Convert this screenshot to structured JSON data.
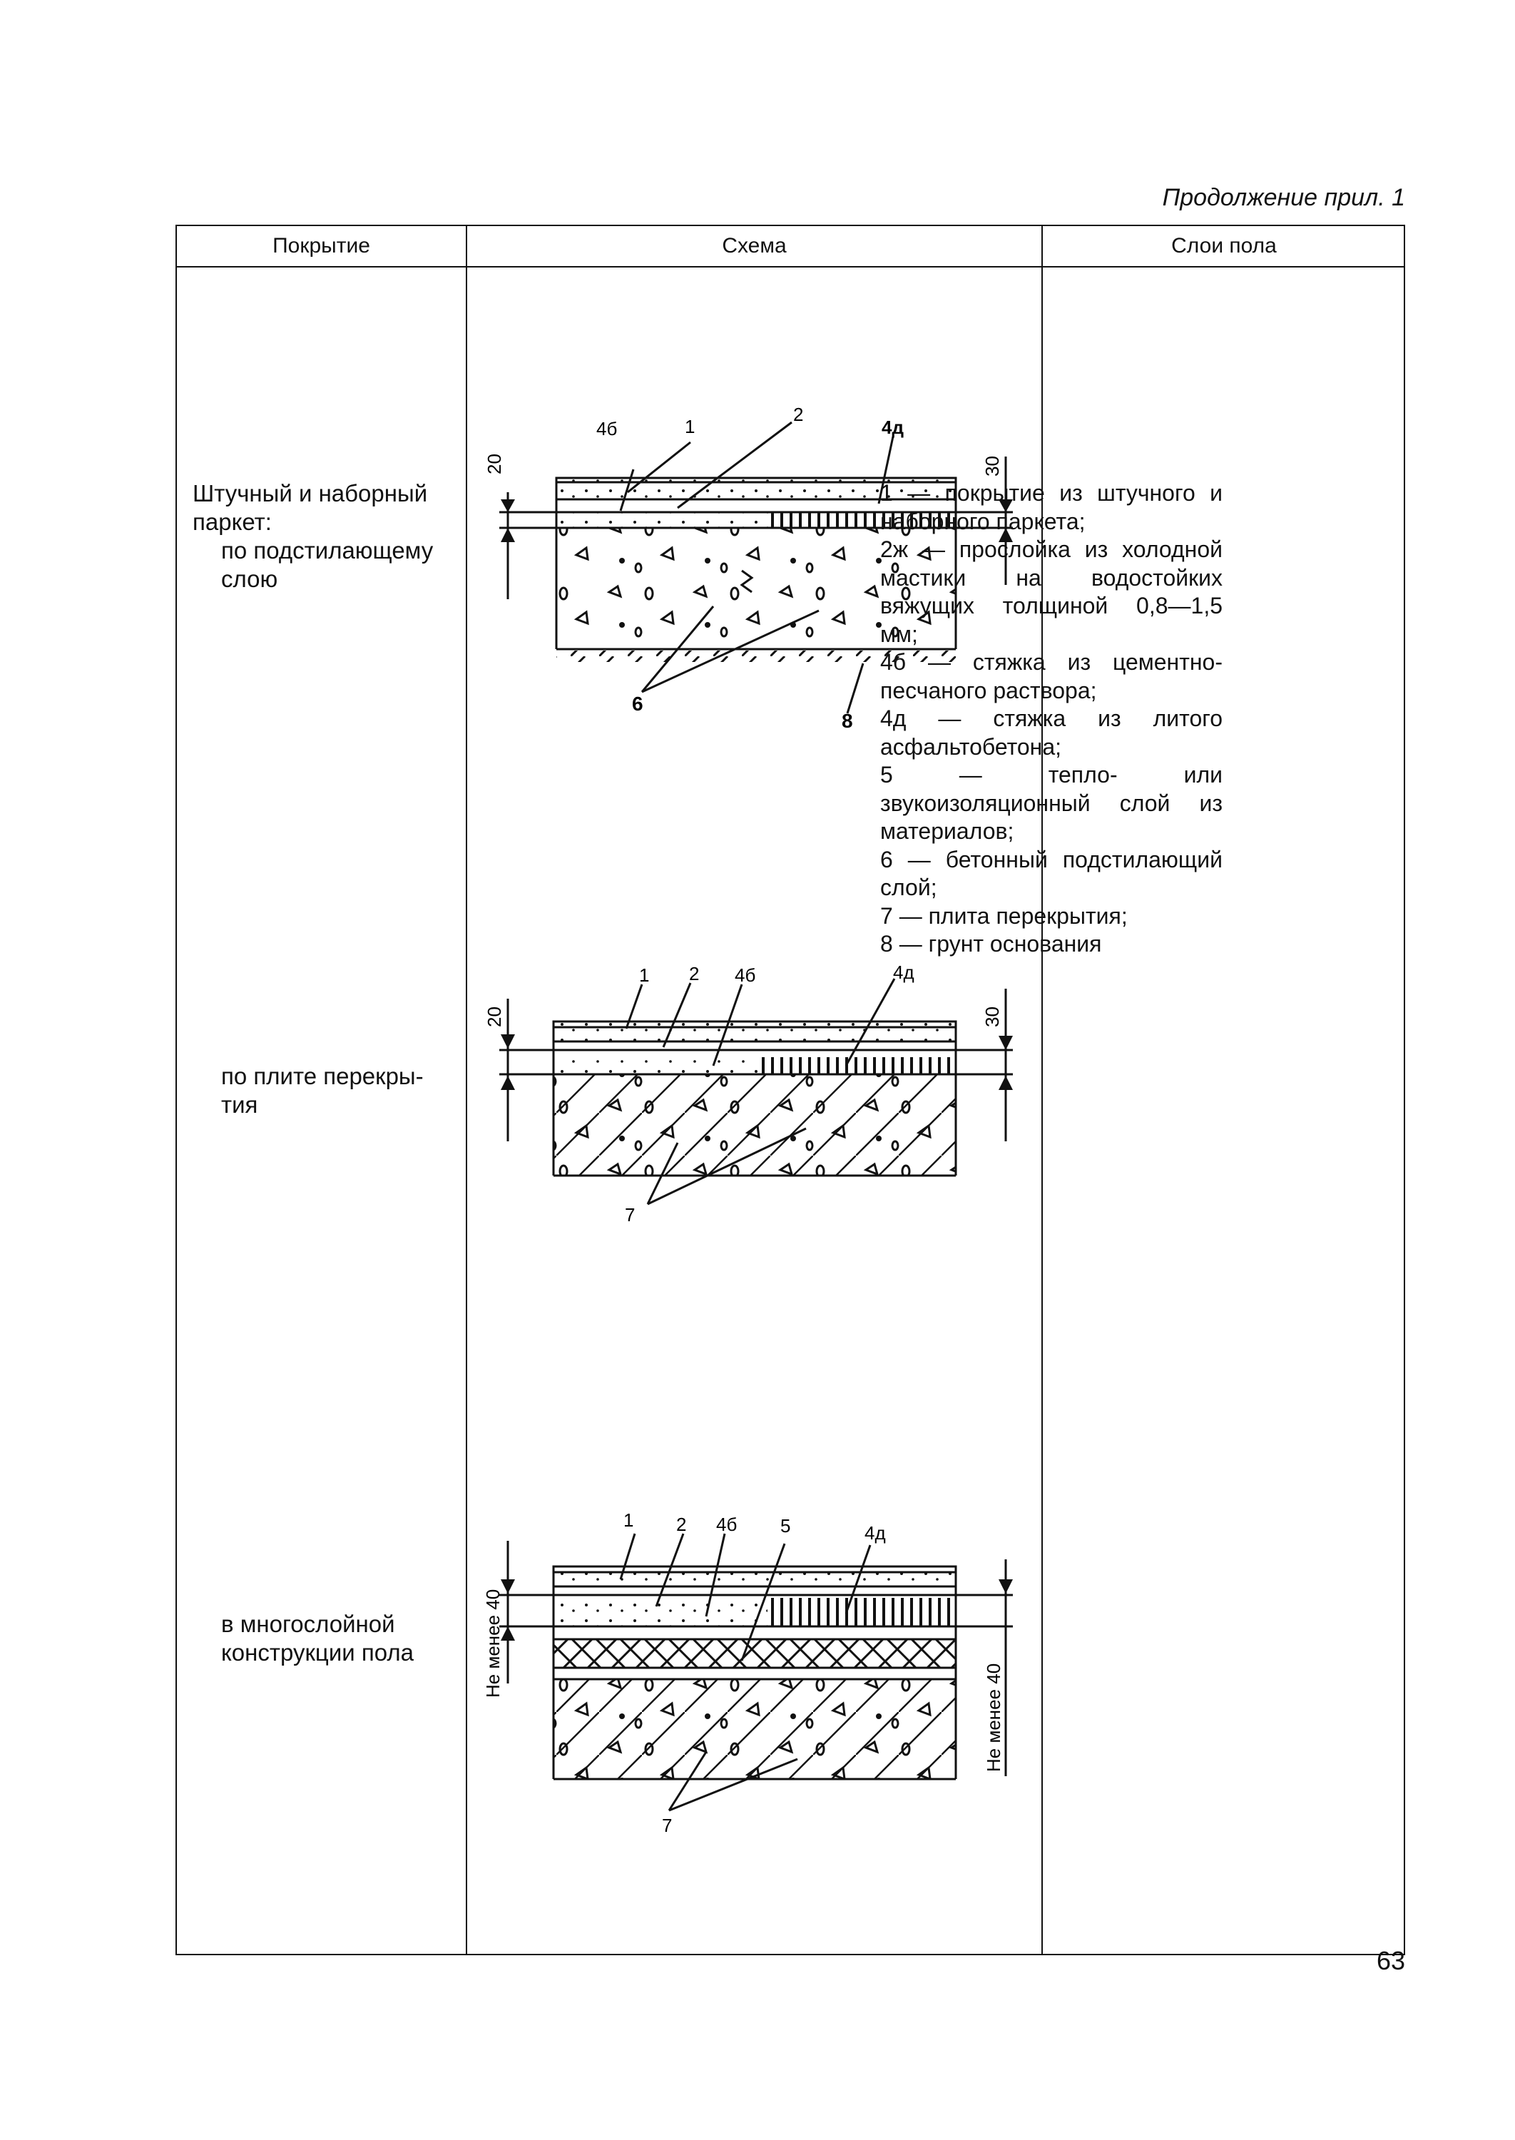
{
  "header_note": "Продолжение прил. 1",
  "page_number": "63",
  "columns": {
    "col1": "Покрытие",
    "col2": "Схема",
    "col3": "Слои пола"
  },
  "coverings": {
    "row1_line1": "Штучный и наборный",
    "row1_line2": "паркет:",
    "row1_line3": "по подстилающему",
    "row1_line4": "слою",
    "row2_line1": "по плите перекры-",
    "row2_line2": "тия",
    "row3_line1": "в многослойной",
    "row3_line2": "конструкции пола"
  },
  "layers": [
    "1 — покрытие из штучного и наборного паркета;",
    "2ж — прослойка из холодной мастики на водостойких вяжущих толщиной 0,8—1,5 мм;",
    "4б — стяжка из цементно-песчаного раствора;",
    "4д — стяжка из литого асфальтобетона;",
    "5 — тепло- или звукоизоляционный слой из материалов;",
    "6 — бетонный подстилающий слой;",
    "7 — плита перекрытия;",
    "8 — грунт основания"
  ],
  "scheme_labels": {
    "d1": {
      "a": "4б",
      "b": "1",
      "c": "2",
      "d": "4д",
      "e": "6",
      "f": "8",
      "dim_left": "20",
      "dim_right": "30"
    },
    "d2": {
      "a": "1",
      "b": "2",
      "c": "4б",
      "d": "4д",
      "e": "7",
      "dim_left": "20",
      "dim_right": "30"
    },
    "d3": {
      "a": "1",
      "b": "2",
      "c": "4б",
      "d": "5",
      "e": "4д",
      "f": "7",
      "dim_left": "Не менее 40",
      "dim_right": "Не менее 40"
    }
  }
}
